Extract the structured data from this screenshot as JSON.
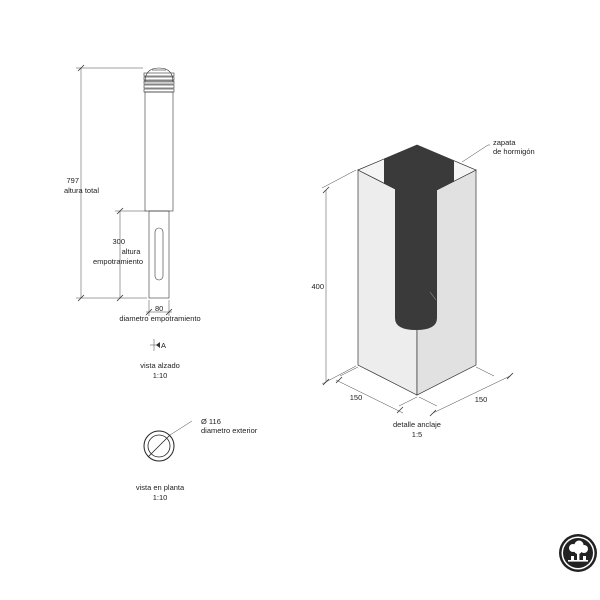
{
  "elevation": {
    "total_height_value": "797",
    "total_height_label": "altura total",
    "embed_height_value": "300",
    "embed_height_label_1": "altura",
    "embed_height_label_2": "empotramiento",
    "embed_diameter_value": "80",
    "embed_diameter_label": "diametro empotramiento",
    "section_marker": "A",
    "view_title": "vista alzado",
    "view_scale": "1:10"
  },
  "plan": {
    "diameter_value": "Ø 116",
    "diameter_label": "diametro exterior",
    "view_title": "vista en planta",
    "view_scale": "1:10"
  },
  "anchor_detail": {
    "footing_label_1": "zapata",
    "footing_label_2": "de hormigón",
    "height_value": "400",
    "width_left_value": "150",
    "width_right_value": "150",
    "view_title": "detalle anclaje",
    "view_scale": "1:5"
  },
  "colors": {
    "concrete_front": "#ededed",
    "concrete_side": "#e1e1e1",
    "concrete_top": "#f5f5f5",
    "post_dark": "#3a3a3a",
    "line": "#333333"
  },
  "logo": {
    "icon": "tree-logo-icon"
  }
}
